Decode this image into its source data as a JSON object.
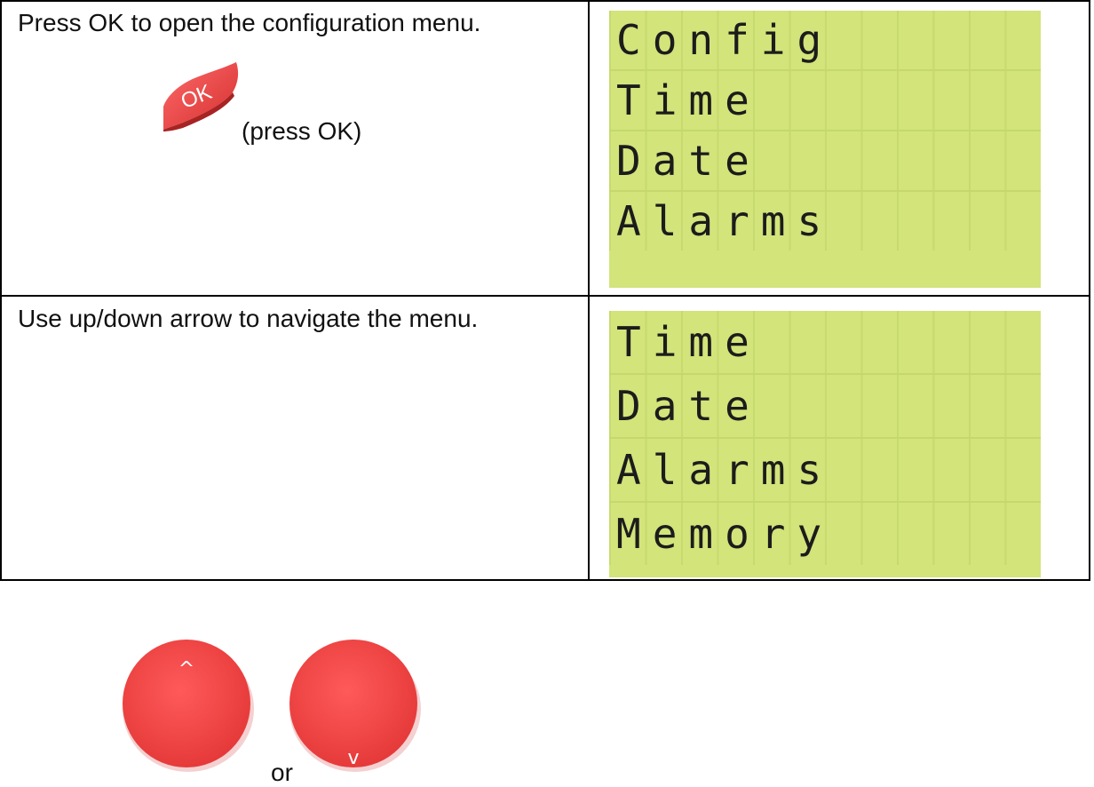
{
  "steps": [
    {
      "instruction": "Press OK to open the configuration menu.",
      "button_label": "OK",
      "action_label": "(press OK)",
      "screen_lines": [
        "Config",
        "Time",
        "Date",
        "Alarms"
      ]
    },
    {
      "instruction": "Use up/down arrow to navigate the menu.",
      "up_symbol": "^",
      "down_symbol": "v",
      "connector": "or",
      "screen_lines": [
        "Time",
        "Date",
        "Alarms",
        "Memory"
      ]
    }
  ],
  "colors": {
    "button_red": "#f04848",
    "lcd_background": "#d2e47a",
    "lcd_text": "#1c1c1c"
  },
  "icons": [
    "ok-button-icon",
    "up-arrow-button-icon",
    "down-arrow-button-icon"
  ]
}
